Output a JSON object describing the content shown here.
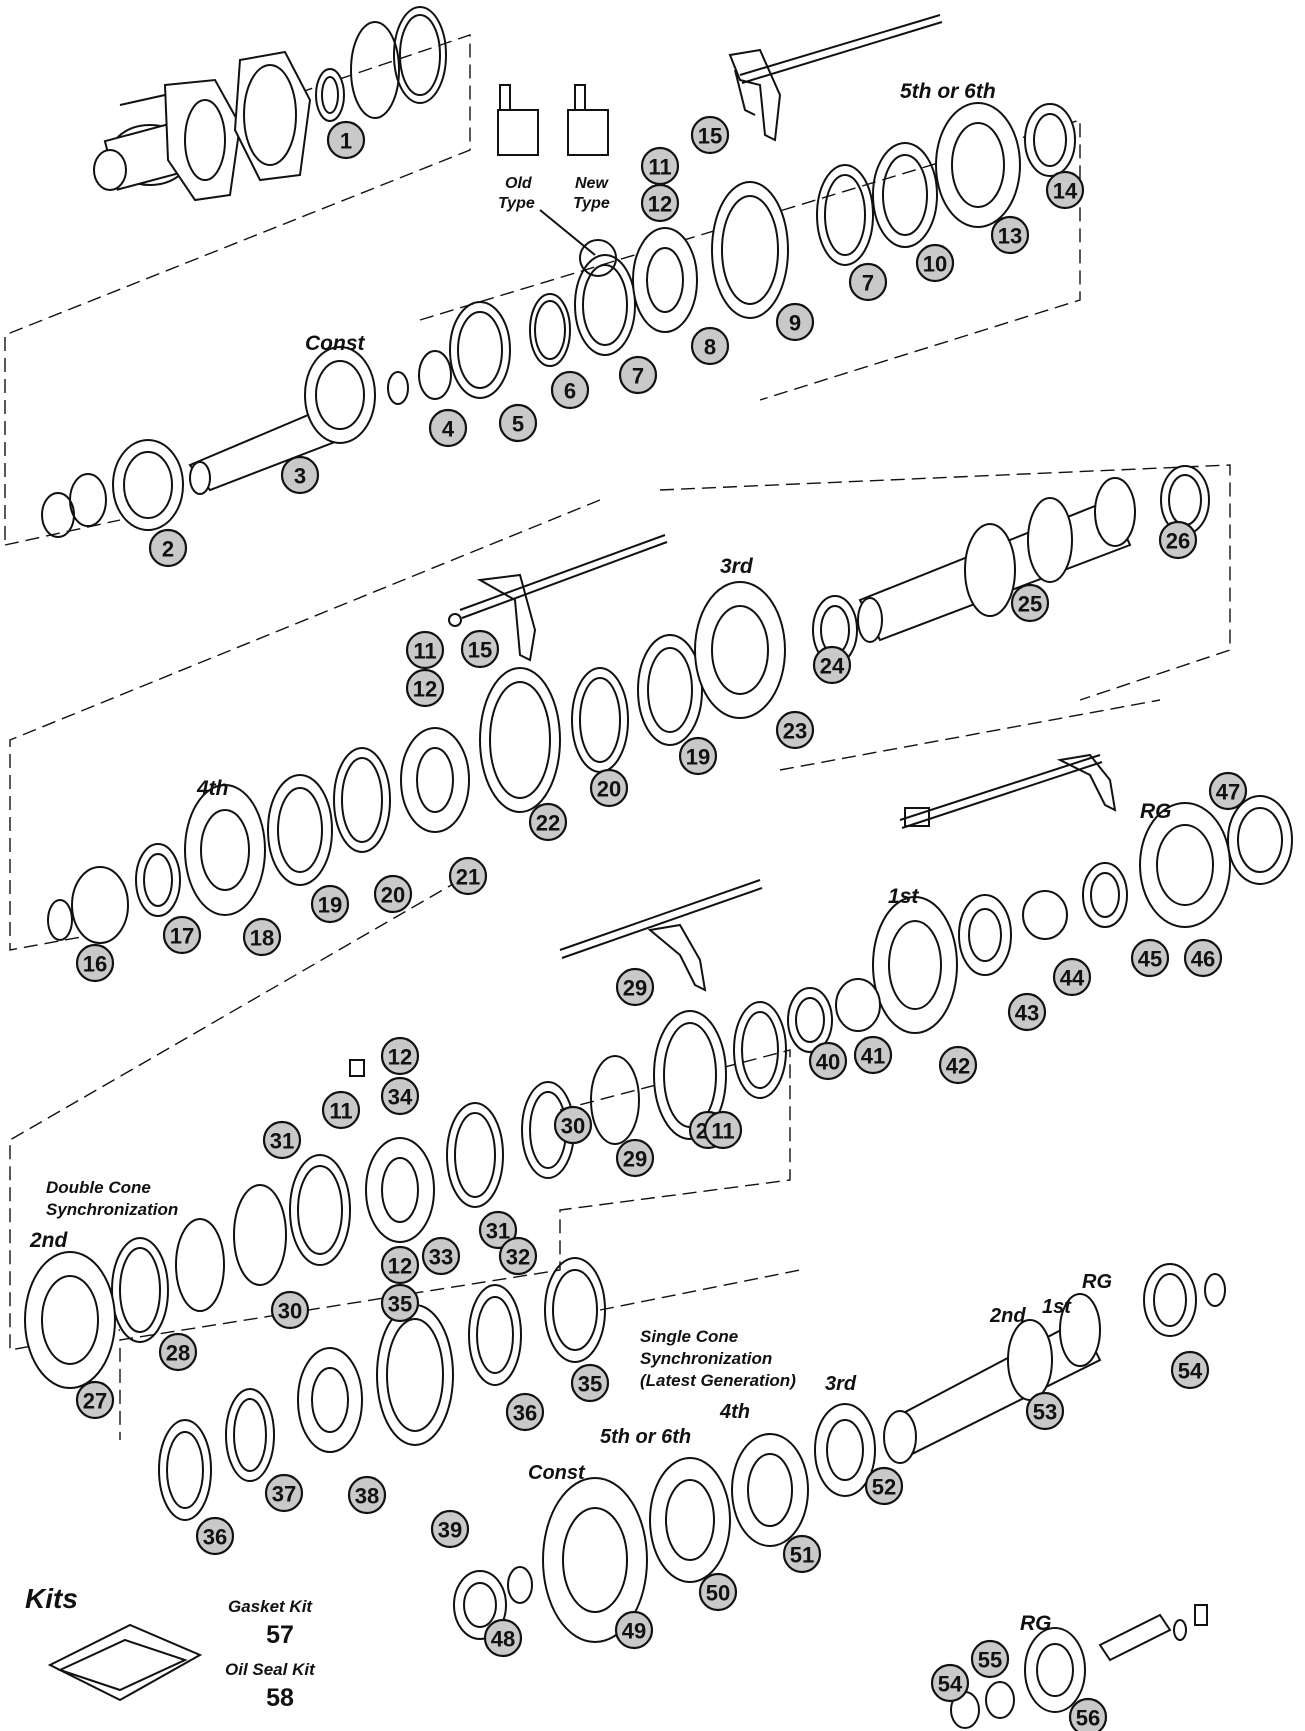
{
  "labels": {
    "fifth_sixth_top": "5th or 6th",
    "const_top": "Const",
    "old_type": "Old",
    "old_type2": "Type",
    "new_type": "New",
    "new_type2": "Type",
    "third_top": "3rd",
    "fourth_mid": "4th",
    "rg_mid": "RG",
    "first_mid": "1st",
    "double_cone_1": "Double Cone",
    "double_cone_2": "Synchronization",
    "second_left": "2nd",
    "single_cone_1": "Single Cone",
    "single_cone_2": "Synchronization",
    "single_cone_3": "(Latest Generation)",
    "second_shaft": "2nd",
    "first_shaft": "1st",
    "rg_shaft": "RG",
    "third_shaft": "3rd",
    "fourth_bottom": "4th",
    "fifth_sixth_bottom": "5th or 6th",
    "const_bottom": "Const",
    "rg_bottom": "RG"
  },
  "kits": {
    "title": "Kits",
    "gasket_label": "Gasket Kit",
    "gasket_number": "57",
    "oil_seal_label": "Oil Seal Kit",
    "oil_seal_number": "58"
  },
  "callouts": [
    "1",
    "2",
    "3",
    "4",
    "5",
    "6",
    "7",
    "7",
    "8",
    "9",
    "10",
    "11",
    "12",
    "13",
    "14",
    "15",
    "11",
    "12",
    "15",
    "16",
    "17",
    "18",
    "19",
    "19",
    "20",
    "20",
    "21",
    "22",
    "23",
    "24",
    "25",
    "26",
    "27",
    "28",
    "28",
    "29",
    "29",
    "30",
    "30",
    "31",
    "31",
    "32",
    "33",
    "11",
    "12",
    "34",
    "11",
    "12",
    "35",
    "35",
    "36",
    "36",
    "37",
    "38",
    "39",
    "40",
    "41",
    "42",
    "43",
    "44",
    "45",
    "46",
    "47",
    "48",
    "49",
    "50",
    "51",
    "52",
    "53",
    "54",
    "54",
    "55",
    "56"
  ]
}
